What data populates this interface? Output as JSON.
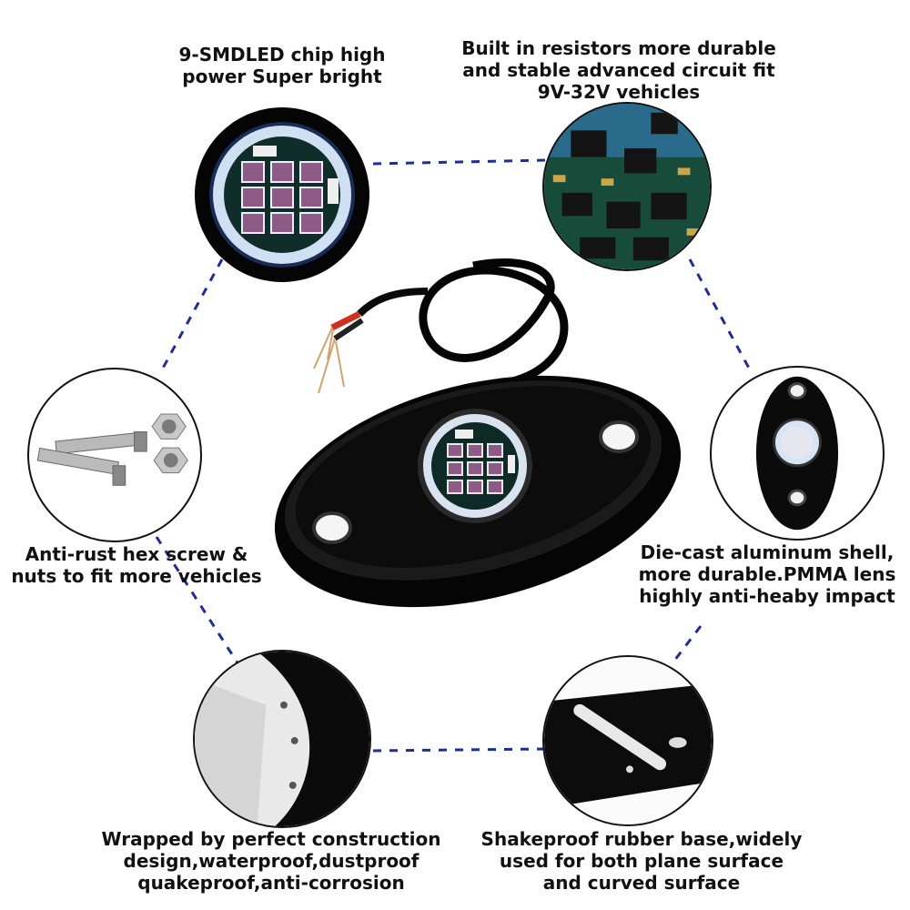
{
  "callouts": {
    "top_left": [
      "9-SMDLED chip high",
      "power Super bright"
    ],
    "top_right": [
      "Built in resistors more durable",
      "and stable advanced circuit fit",
      "9V-32V vehicles"
    ],
    "mid_left": [
      "Anti-rust hex screw &",
      "nuts to fit more vehicles"
    ],
    "mid_right": [
      "Die-cast aluminum shell,",
      "more durable.PMMA lens",
      "highly anti-heaby impact"
    ],
    "bottom_left": [
      "Wrapped by perfect construction",
      "design,waterproof,dustproof",
      "quakeproof,anti-corrosion"
    ],
    "bottom_right": [
      "Shakeproof rubber base,widely",
      "used for both plane surface",
      "and curved surface"
    ]
  },
  "colors": {
    "dash": "#1f2d9c",
    "text": "#111111",
    "housing": "#0b0b0b",
    "lens": "#d9e3f0",
    "pcb": "#0e2a26"
  }
}
